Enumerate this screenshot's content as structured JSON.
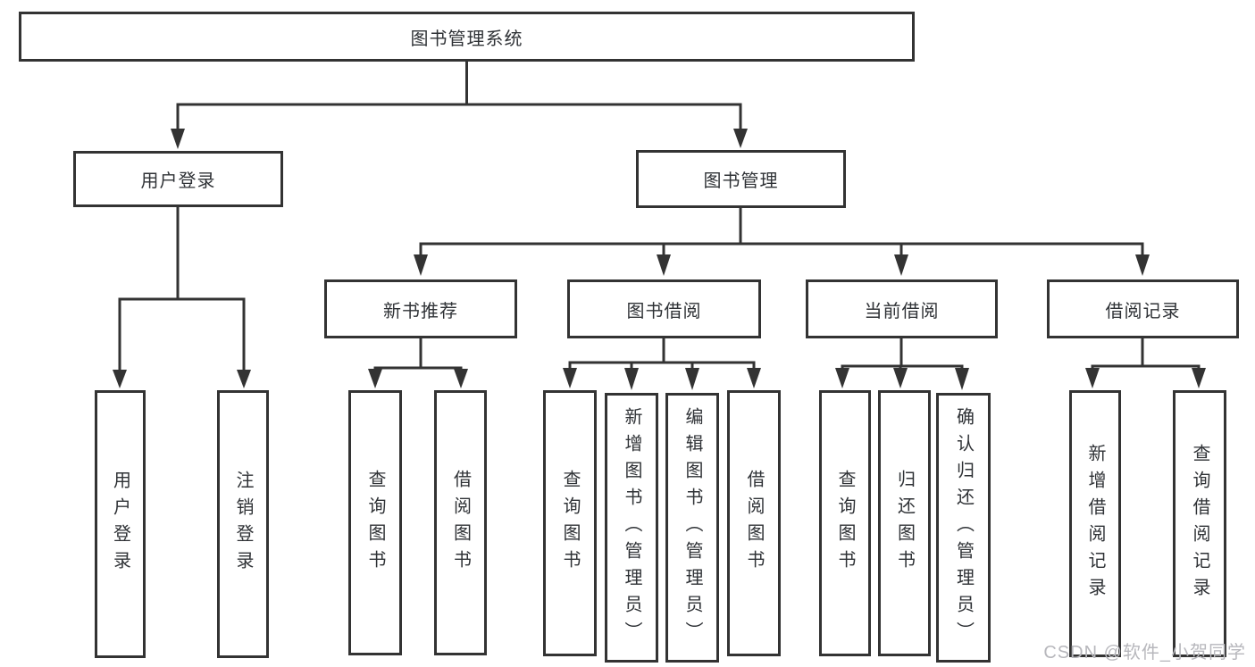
{
  "tree": {
    "root": {
      "label": "图书管理系统",
      "children": [
        {
          "label": "用户登录",
          "children": [
            {
              "label": "用户登录"
            },
            {
              "label": "注销登录"
            }
          ]
        },
        {
          "label": "图书管理",
          "children": [
            {
              "label": "新书推荐",
              "children": [
                {
                  "label": "查询图书"
                },
                {
                  "label": "借阅图书"
                }
              ]
            },
            {
              "label": "图书借阅",
              "children": [
                {
                  "label": "查询图书"
                },
                {
                  "label": "新增图书（管理员）"
                },
                {
                  "label": "编辑图书（管理员）"
                },
                {
                  "label": "借阅图书"
                }
              ]
            },
            {
              "label": "当前借阅",
              "children": [
                {
                  "label": "查询图书"
                },
                {
                  "label": "归还图书"
                },
                {
                  "label": "确认归还（管理员）"
                }
              ]
            },
            {
              "label": "借阅记录",
              "children": [
                {
                  "label": "新增借阅记录"
                },
                {
                  "label": "查询借阅记录"
                }
              ]
            }
          ]
        }
      ]
    }
  },
  "watermark": {
    "text": "CSDN @软件_小贺同学",
    "color": "#b7b7bc"
  },
  "colors": {
    "line": "#333333",
    "box_border": "#333333",
    "text": "#2f3236",
    "background": "#ffffff"
  }
}
